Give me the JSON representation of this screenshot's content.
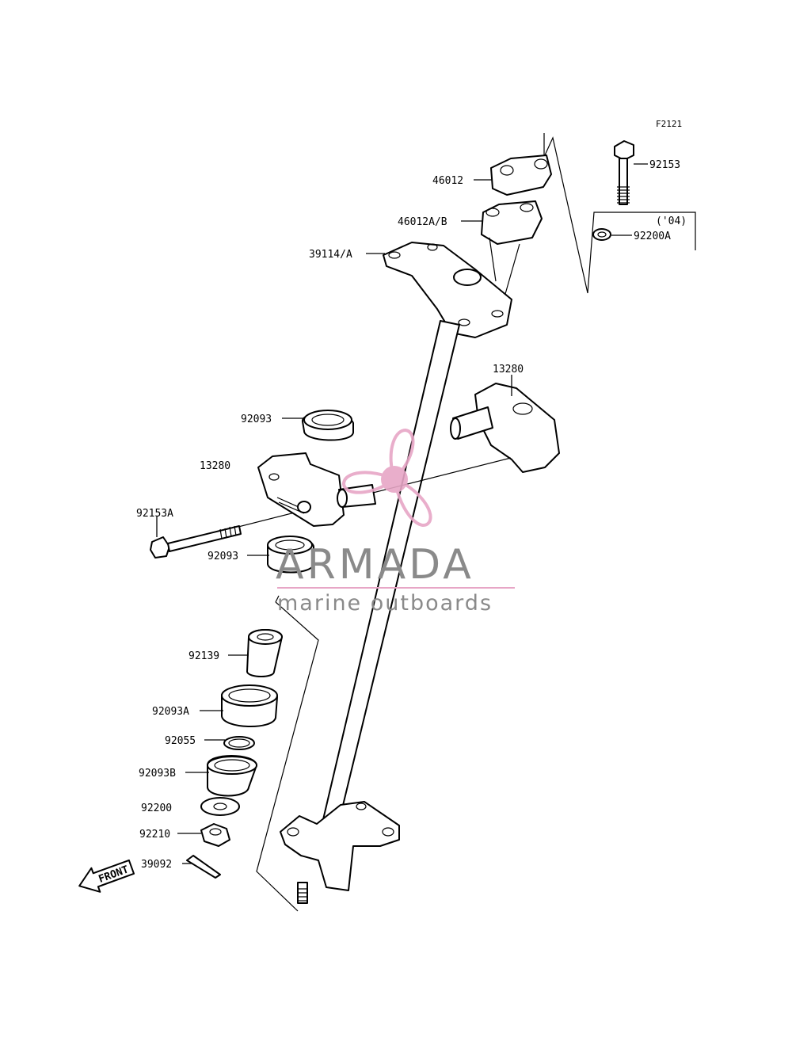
{
  "figure_code": "F2121",
  "year_note": "('04)",
  "front_arrow_text": "FRONT",
  "watermark": {
    "brand": "ARMADA",
    "tagline": "marine outboards",
    "brand_color": "#8a8a8a",
    "accent_color": "#e7a6c6"
  },
  "part_labels": {
    "p46012": "46012",
    "p46012ab": "46012A/B",
    "p39114a": "39114/A",
    "p92153": "92153",
    "p92200a": "92200A",
    "p13280_right": "13280",
    "p92093_top": "92093",
    "p13280_left": "13280",
    "p92153a": "92153A",
    "p92093_mid": "92093",
    "p92139": "92139",
    "p92093a": "92093A",
    "p92055": "92055",
    "p92093b": "92093B",
    "p92200": "92200",
    "p92210": "92210",
    "p39092": "39092"
  }
}
